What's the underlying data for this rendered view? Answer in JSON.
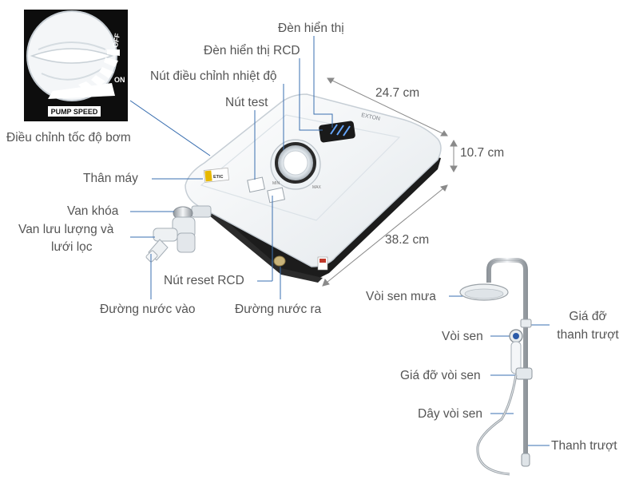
{
  "inset": {
    "off": "OFF",
    "on": "ON",
    "pump_speed": "PUMP SPEED"
  },
  "heater": {
    "brand": "EXTON",
    "sticker": "ETIC",
    "knob_low": "MIN",
    "knob_high": "MAX"
  },
  "labels": {
    "pump_speed_control": "Điều chỉnh tốc độ bơm",
    "indicator_light": "Đèn hiển thị",
    "rcd_indicator_light": "Đèn hiển thị RCD",
    "temp_knob": "Nút điều chỉnh nhiệt độ",
    "test_button": "Nút test",
    "body": "Thân máy",
    "shutoff_valve": "Van khóa",
    "flow_valve_line1": "Van lưu lượng và",
    "flow_valve_line2": "lưới lọc",
    "rcd_reset_button": "Nút reset RCD",
    "water_inlet": "Đường nước vào",
    "water_outlet": "Đường nước ra",
    "rain_shower": "Vòi sen mưa",
    "hand_shower": "Vòi sen",
    "rail_holder_line1": "Giá đỡ",
    "rail_holder_line2": "thanh trượt",
    "shower_holder": "Giá đỡ vòi sen",
    "hose": "Dây vòi sen",
    "slide_rail": "Thanh trượt"
  },
  "dimensions": {
    "width": "24.7 cm",
    "depth": "10.7 cm",
    "height": "38.2 cm"
  },
  "colors": {
    "leader_line": "#3a6fb0",
    "dimension_line": "#8a8a8a",
    "label_text": "#555555",
    "heater_body": "#f3f6f8",
    "heater_back": "#1e1e1e"
  }
}
